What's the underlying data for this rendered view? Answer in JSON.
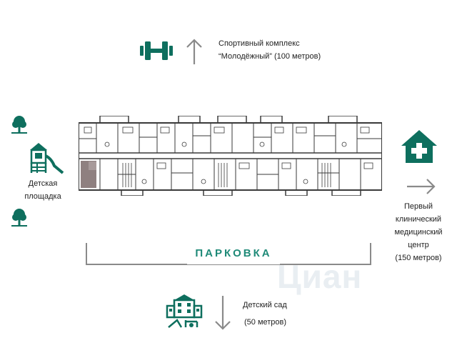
{
  "colors": {
    "accent": "#0e6f5e",
    "arrow": "#8a8a8a",
    "selected_unit": "#8f8080",
    "plan_line": "#3a3a3a"
  },
  "top": {
    "icon": "dumbbell-icon",
    "line1": "Спортивный комплекс",
    "line2": "“Молодёжный” (100 метров)"
  },
  "left": {
    "icons": [
      "tree-icon",
      "playground-icon",
      "tree-icon"
    ],
    "line1": "Детская",
    "line2": "площадка"
  },
  "right": {
    "icon": "medical-cross-icon",
    "line1": "Первый",
    "line2": "клинический",
    "line3": "медицинский",
    "line4": "центр",
    "line5": "(150 метров)"
  },
  "parking": {
    "label": "ПАРКОВКА"
  },
  "bottom": {
    "icon": "kindergarten-icon",
    "line1": "Детский сад",
    "line2": "(50 метров)"
  },
  "watermark": "Циан"
}
